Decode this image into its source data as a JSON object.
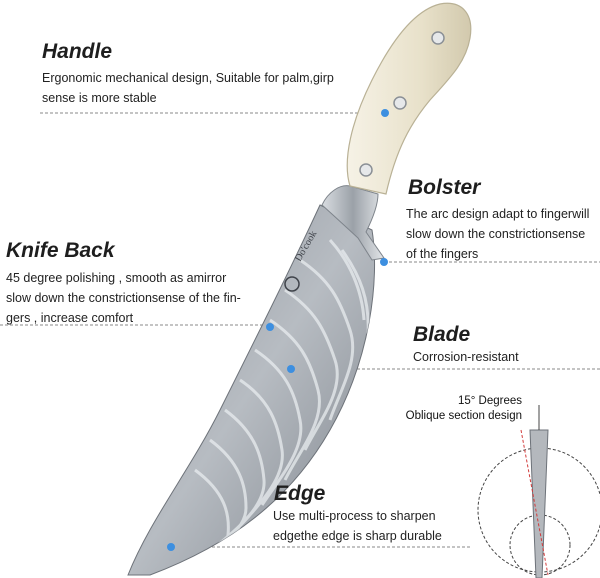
{
  "features": {
    "handle": {
      "title": "Handle",
      "lines": [
        "Ergonomic mechanical design, Suitable for palm,girp",
        "sense is more stable"
      ]
    },
    "bolster": {
      "title": "Bolster",
      "lines": [
        "The arc design adapt to fingerwill",
        "slow down the constrictionsense",
        "of the fingers"
      ]
    },
    "knife_back": {
      "title": "Knife Back",
      "lines": [
        "45 degree polishing , smooth as amirror",
        "slow down the constrictionsense of the fin-",
        "gers , increase comfort"
      ]
    },
    "blade": {
      "title": "Blade",
      "lines": [
        "Corrosion-resistant"
      ]
    },
    "edge": {
      "title": "Edge",
      "lines": [
        "Use multi-process to sharpen",
        "edgethe edge is sharp durable"
      ]
    }
  },
  "edge_diagram": {
    "angle_label": "15° Degrees",
    "section_label": "Oblique section design"
  },
  "colors": {
    "marker": "#3d8fe0",
    "leader": "#888888",
    "handle": "#ece6d2",
    "blade": "#a9aeb5"
  }
}
